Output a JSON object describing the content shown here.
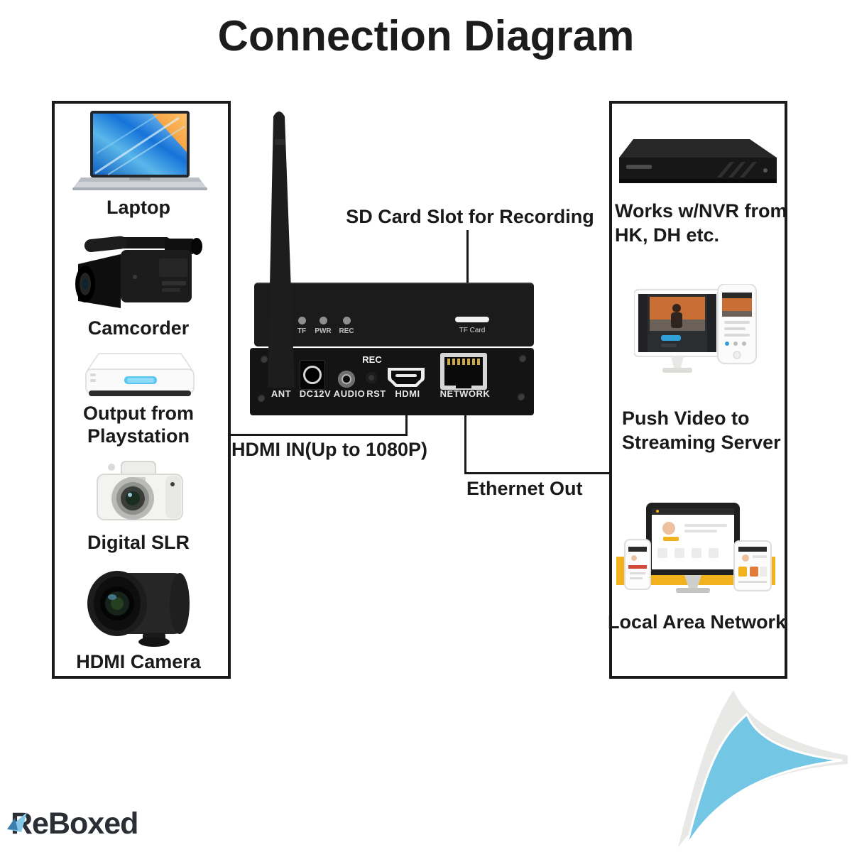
{
  "title": "Connection Diagram",
  "sources": {
    "items": [
      {
        "name": "laptop",
        "label": "Laptop"
      },
      {
        "name": "camcorder",
        "label": "Camcorder"
      },
      {
        "name": "playstation",
        "label": "Output from\nPlaystation"
      },
      {
        "name": "digital-slr",
        "label": "Digital SLR"
      },
      {
        "name": "hdmi-camera",
        "label": "HDMI Camera"
      }
    ]
  },
  "device": {
    "front": {
      "leds": [
        "TF",
        "PWR",
        "REC"
      ],
      "slot_label": "TF Card"
    },
    "back": {
      "rec_label": "REC",
      "ports": [
        "ANT",
        "DC12V",
        "AUDIO",
        "RST",
        "HDMI",
        "NETWORK"
      ]
    }
  },
  "callouts": {
    "sd_card": "SD Card Slot for Recording",
    "hdmi_in": "HDMI IN(Up to 1080P)",
    "ethernet": "Ethernet Out"
  },
  "destinations": {
    "items": [
      {
        "name": "nvr",
        "label": "Works w/NVR from\nHK, DH etc."
      },
      {
        "name": "streaming-server",
        "label": "Push Video to\nStreaming Server"
      },
      {
        "name": "local-area-network",
        "label": "Local Area Network"
      }
    ]
  },
  "branding": {
    "logo_text": "ReBoxed"
  },
  "colors": {
    "line_black": "#1a1a1a",
    "curl_blue": "#74c7e4",
    "curl_gray": "#e8e8e6",
    "console_glow": "#59c7f2",
    "lan_yellow": "#f2b21d",
    "laptop_blue": "#2b8fe0",
    "laptop_orange": "#f08a1d"
  }
}
